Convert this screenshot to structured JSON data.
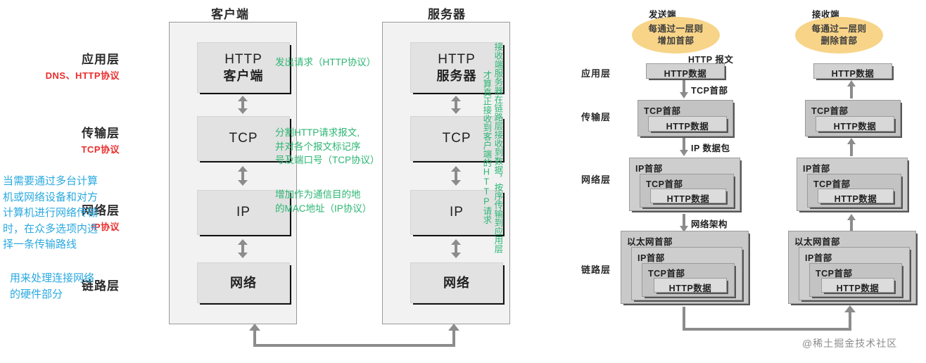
{
  "left_diagram": {
    "client_title": "客户端",
    "server_title": "服务器",
    "layers": [
      {
        "name": "应用层",
        "protocol": "DNS、HTTP协议"
      },
      {
        "name": "传输层",
        "protocol": "TCP协议"
      },
      {
        "name": "网络层",
        "protocol": "IP协议"
      },
      {
        "name": "链路层",
        "protocol": ""
      }
    ],
    "client_boxes": [
      {
        "line1": "HTTP",
        "line2": "客户端"
      },
      {
        "line1": "TCP",
        "line2": ""
      },
      {
        "line1": "IP",
        "line2": ""
      },
      {
        "line1": "网络",
        "line2": ""
      }
    ],
    "server_boxes": [
      {
        "line1": "HTTP",
        "line2": "服务器"
      },
      {
        "line1": "TCP",
        "line2": ""
      },
      {
        "line1": "IP",
        "line2": ""
      },
      {
        "line1": "网络",
        "line2": ""
      }
    ],
    "green_notes": [
      "发出请求（HTTP协议）",
      "分割HTTP请求报文,\n并对各个报文标记序\n号及端口号（TCP协议）",
      "增加作为通信目的地\n的MAC地址（IP协议）"
    ],
    "vertical_notes": [
      "接收端服务器在链路层接收到数据，按序传输到应用层",
      "才算真正接收到客户端的HTTP请求"
    ],
    "blue_notes": [
      "当需要通过多台计算\n机或网络设备和对方\n计算机进行网络传输\n时，在众多选项内选\n择一条传输路线",
      "用来处理连接网络\n的硬件部分"
    ]
  },
  "right_diagram": {
    "sender": {
      "title": "发送端",
      "bubble": "每通过一层则\n增加首部"
    },
    "receiver": {
      "title": "接收端",
      "bubble": "每通过一层则\n删除首部"
    },
    "layer_names": [
      "应用层",
      "传输层",
      "网络层",
      "链路层"
    ],
    "top_label": "HTTP 报文",
    "flow_labels": [
      "TCP首部",
      "IP 数据包",
      "网络架构"
    ],
    "headers": {
      "http_data": "HTTP数据",
      "tcp_header": "TCP首部",
      "ip_header": "IP首部",
      "eth_header": "以太网首部"
    }
  },
  "watermark": "@稀土掘金技术社区",
  "colors": {
    "green": "#2cb673",
    "red": "#ea2d2d",
    "blue": "#2aa9e0",
    "bubble": "#f7d488",
    "box_fill": "#e2e2e2",
    "panel_fill": "#f2f2f2"
  }
}
